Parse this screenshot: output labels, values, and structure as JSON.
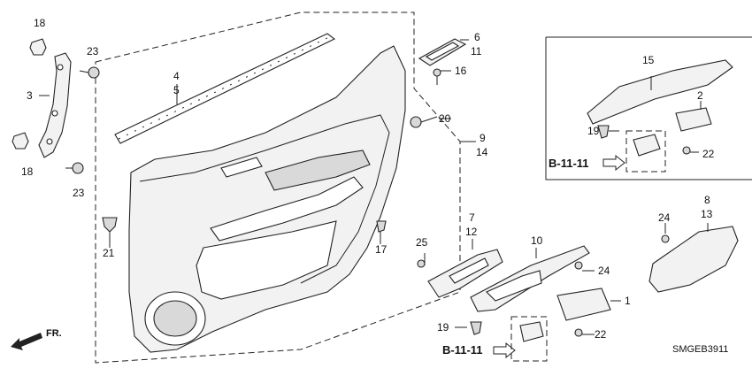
{
  "diagram_code": "SMGEB3911",
  "reference_label": "B-11-11",
  "direction_label": "FR.",
  "callouts": [
    "1",
    "2",
    "3",
    "4",
    "5",
    "6",
    "7",
    "8",
    "9",
    "11",
    "12",
    "13",
    "14",
    "15",
    "16",
    "17",
    "18",
    "19",
    "20",
    "21",
    "22",
    "23",
    "24",
    "25",
    "10"
  ]
}
